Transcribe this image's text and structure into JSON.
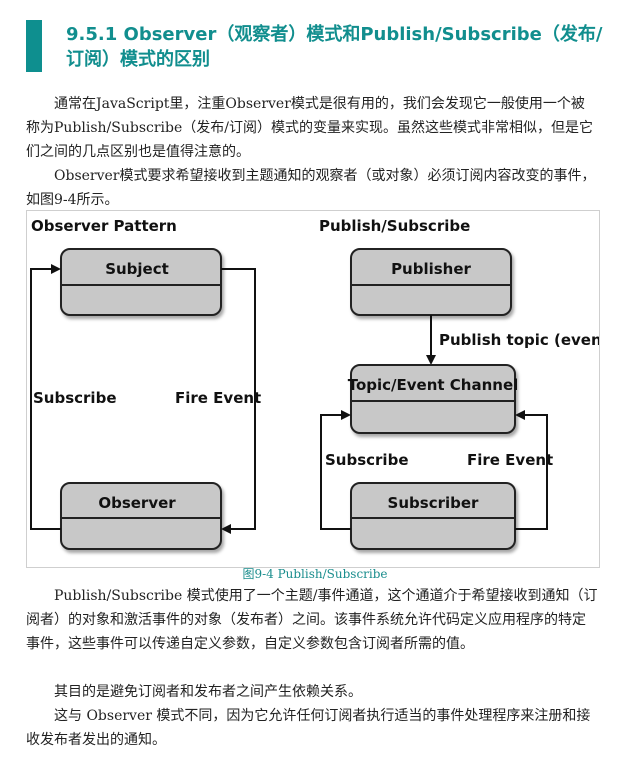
{
  "section": {
    "title": "9.5.1 Observer（观察者）模式和Publish/Subscribe（发布/订阅）模式的区别"
  },
  "paragraphs": [
    "通常在JavaScript里，注重Observer模式是很有用的，我们会发现它一般使用一个被称为Publish/Subscribe（发布/订阅）模式的变量来实现。虽然这些模式非常相似，但是它们之间的几点区别也是值得注意的。",
    "Observer模式要求希望接收到主题通知的观察者（或对象）必须订阅内容改变的事件，如图9-4所示。",
    "Publish/Subscribe 模式使用了一个主题/事件通道，这个通道介于希望接收到通知（订阅者）的对象和激活事件的对象（发布者）之间。该事件系统允许代码定义应用程序的特定事件，这些事件可以传递自定义参数，自定义参数包含订阅者所需的值。",
    "其目的是避免订阅者和发布者之间产生依赖关系。",
    "这与 Observer 模式不同，因为它允许任何订阅者执行适当的事件处理程序来注册和接收发布者发出的通知。"
  ],
  "figure": {
    "caption": "图9-4 Publish/Subscribe",
    "observer_pattern": {
      "heading": "Observer Pattern",
      "subject": "Subject",
      "observer": "Observer",
      "subscribe": "Subscribe",
      "fire_event": "Fire Event"
    },
    "pubsub": {
      "heading": "Publish/Subscribe",
      "publisher": "Publisher",
      "publish_topic": "Publish topic (event)",
      "channel": "Topic/Event Channel",
      "subscriber": "Subscriber",
      "subscribe": "Subscribe",
      "fire_event": "Fire Event"
    },
    "colors": {
      "box_fill": "#c8c8c8",
      "box_stroke": "#222222",
      "accent": "#0e8f8f"
    }
  }
}
